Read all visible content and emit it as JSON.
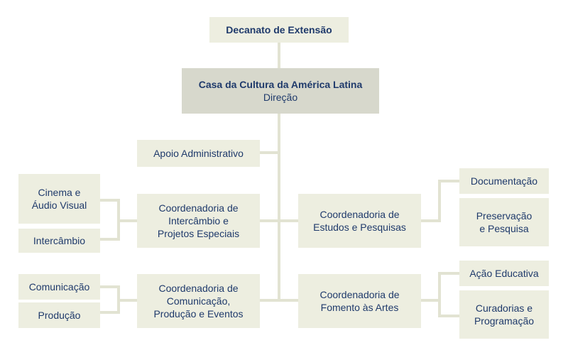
{
  "colors": {
    "box": "#edeee0",
    "main_box": "#d7d8cc",
    "line": "#e2e3d2",
    "text": "#1f3a6b"
  },
  "top": {
    "label": "Decanato de Extensão"
  },
  "main": {
    "title": "Casa da Cultura da América Latina",
    "subtitle": "Direção"
  },
  "apoio": {
    "label": "Apoio Administrativo"
  },
  "coord_intercambio": {
    "label": "Coordenadoria de\nIntercâmbio e\nProjetos Especiais"
  },
  "coord_comunicacao": {
    "label": "Coordenadoria de\nComunicação,\nProdução e Eventos"
  },
  "coord_estudos": {
    "label": "Coordenadoria de\nEstudos e Pesquisas"
  },
  "coord_fomento": {
    "label": "Coordenadoria de\nFomento às Artes"
  },
  "sub_intercambio": [
    "Cinema e\nÁudio Visual",
    "Intercâmbio"
  ],
  "sub_comunicacao": [
    "Comunicação",
    "Produção"
  ],
  "sub_estudos": [
    "Documentação",
    "Preservação\ne Pesquisa"
  ],
  "sub_fomento": [
    "Ação Educativa",
    "Curadorias e\nProgramação"
  ]
}
